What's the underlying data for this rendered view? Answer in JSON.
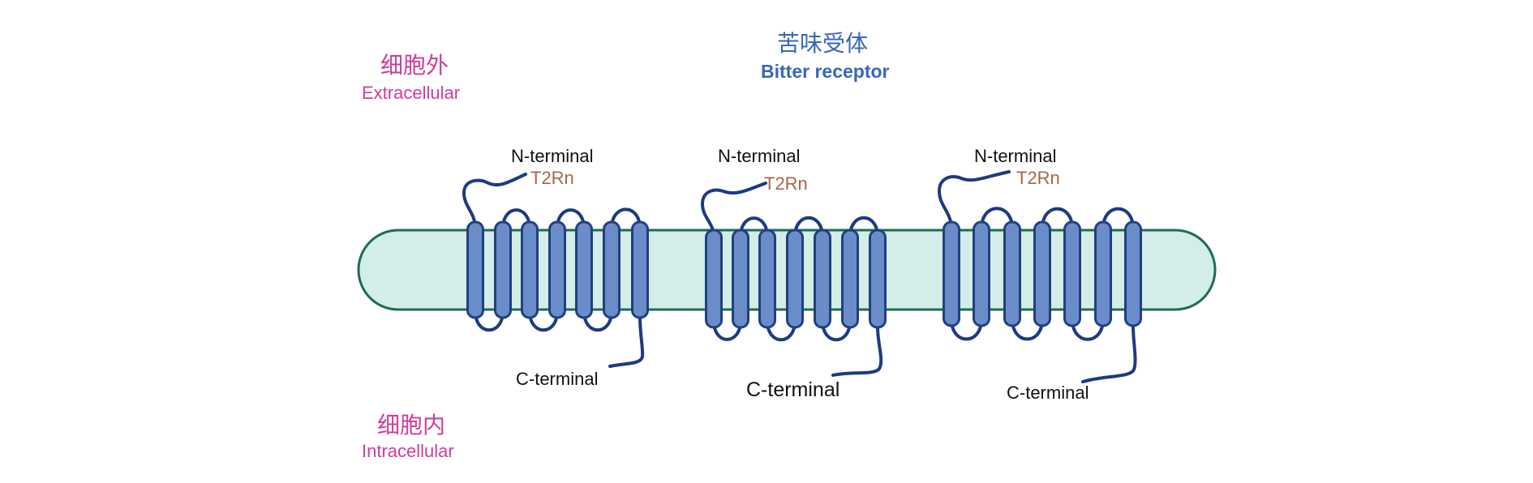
{
  "title": {
    "zh": "苦味受体",
    "en": "Bitter receptor"
  },
  "extracellular": {
    "zh": "细胞外",
    "en": "Extracellular"
  },
  "intracellular": {
    "zh": "细胞内",
    "en": "Intracellular"
  },
  "receptors": [
    {
      "n_label": "N-terminal",
      "name": "T2Rn",
      "c_label": "C-terminal"
    },
    {
      "n_label": "N-terminal",
      "name": "T2Rn",
      "c_label": "C-terminal"
    },
    {
      "n_label": "N-terminal",
      "name": "T2Rn",
      "c_label": "C-terminal"
    }
  ],
  "colors": {
    "membrane_fill": "#d3ede9",
    "membrane_stroke": "#1f6b57",
    "helix_fill": "#6a8cc8",
    "helix_stroke": "#21407e",
    "loop": "#1c3b80"
  }
}
